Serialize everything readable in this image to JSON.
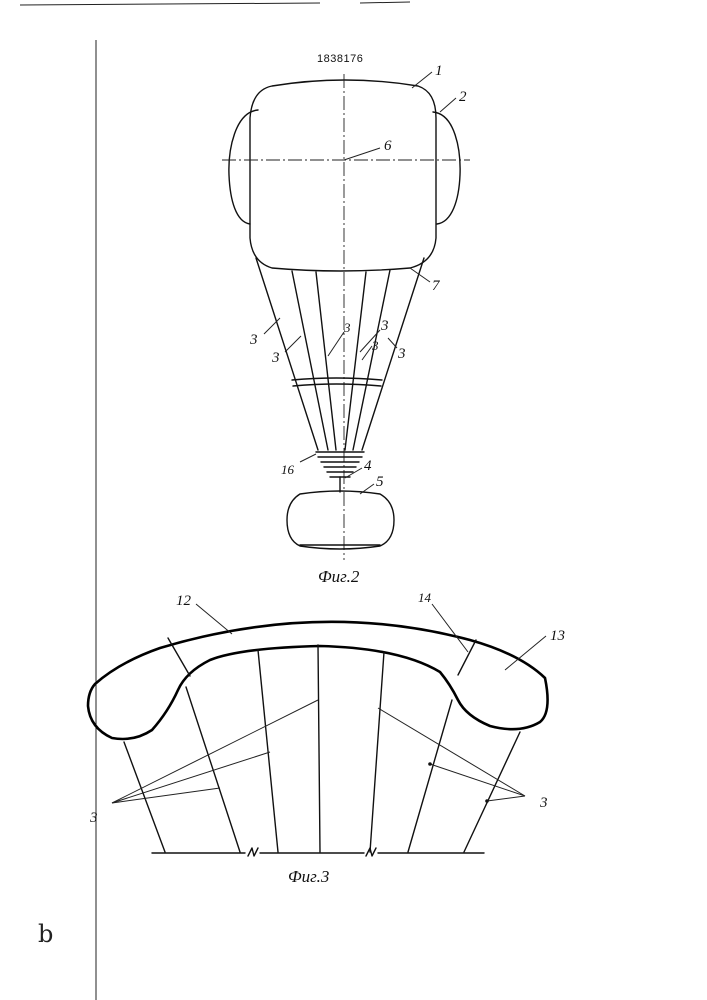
{
  "patent_number": "1838176",
  "figure2": {
    "caption": "Фиг.2",
    "labels": {
      "canopy": "1",
      "side_chamber": "2",
      "line_left_outer": "3",
      "line_left_inner": "3",
      "line_center_left": "3",
      "line_center_right": "3",
      "line_right_inner": "3",
      "line_right_outer": "3",
      "connector": "4",
      "payload": "5",
      "axis": "6",
      "edge": "7",
      "gathering_unit": "16"
    }
  },
  "figure3": {
    "caption": "Фиг.3",
    "labels": {
      "central_chamber": "12",
      "side_chamber": "13",
      "partition": "14",
      "lines_left": "3",
      "lines_right": "3"
    }
  },
  "margin_mark": "b"
}
